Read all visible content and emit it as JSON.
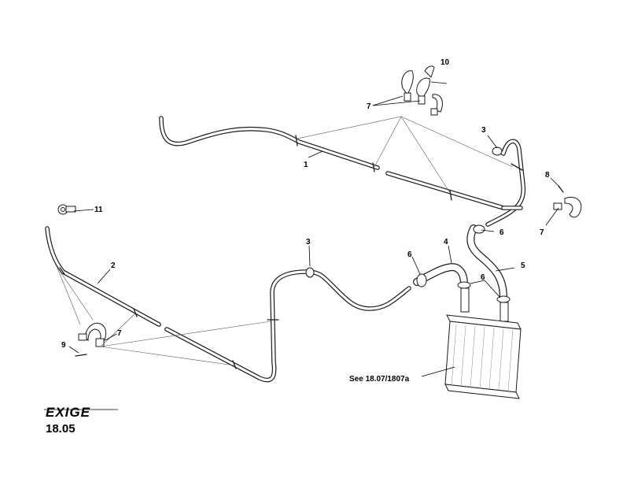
{
  "callouts": {
    "c1": "1",
    "c2": "2",
    "c3a": "3",
    "c3b": "3",
    "c4": "4",
    "c5": "5",
    "c6a": "6",
    "c6b": "6",
    "c6c": "6",
    "c7a": "7",
    "c7b": "7",
    "c7c": "7",
    "c8": "8",
    "c9": "9",
    "c10": "10",
    "c11": "11"
  },
  "reference_note": "See 18.07/1807a",
  "brand": "EXIGE",
  "page_number": "18.05"
}
